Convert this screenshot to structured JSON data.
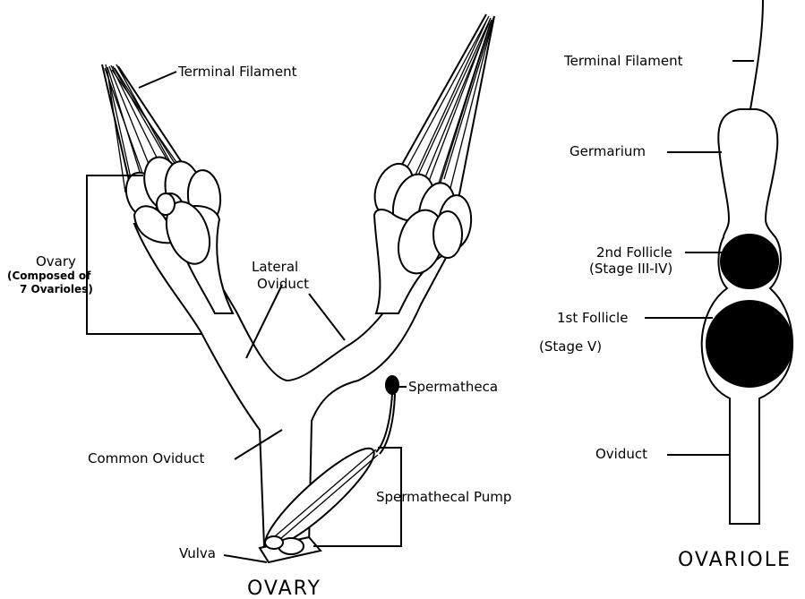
{
  "ovary": {
    "title": "OVARY",
    "labels": {
      "terminal_filament": "Terminal Filament",
      "ovary_line1": "Ovary",
      "ovary_line2": "(Composed of",
      "ovary_line3": "7 Ovarioles)",
      "lateral_line1": "Lateral",
      "lateral_line2": "Oviduct",
      "spermatheca": "Spermatheca",
      "common_oviduct": "Common Oviduct",
      "spermathecal_pump": "Spermathecal Pump",
      "vulva": "Vulva"
    }
  },
  "ovariole": {
    "title": "OVARIOLE",
    "labels": {
      "terminal_filament": "Terminal Filament",
      "germarium": "Germarium",
      "second_follicle_line1": "2nd Follicle",
      "second_follicle_line2": "(Stage III-IV)",
      "first_follicle_line1": "1st Follicle",
      "first_follicle_line2": "(Stage V)",
      "oviduct": "Oviduct"
    }
  }
}
